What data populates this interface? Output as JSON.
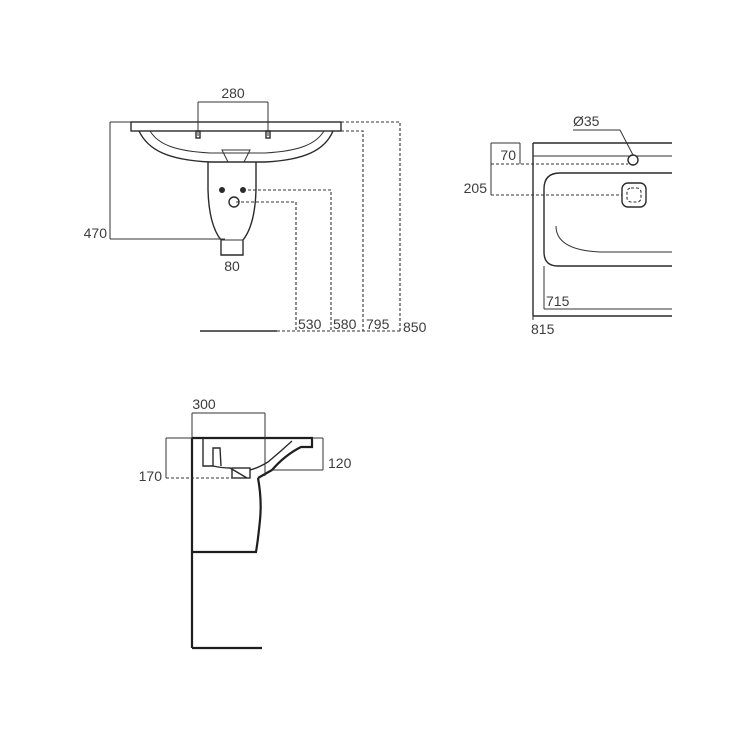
{
  "front_view": {
    "dim_tap_spacing": "280",
    "dim_basin_height": "470",
    "dim_pedestal_width": "80",
    "dim_530": "530",
    "dim_580": "580",
    "dim_795": "795",
    "dim_850": "850"
  },
  "plan_view": {
    "dim_overflow_diameter": "Ø35",
    "dim_70": "70",
    "dim_205": "205",
    "dim_715": "715",
    "dim_815": "815"
  },
  "side_view": {
    "dim_depth_300": "300",
    "dim_170": "170",
    "dim_120": "120"
  }
}
